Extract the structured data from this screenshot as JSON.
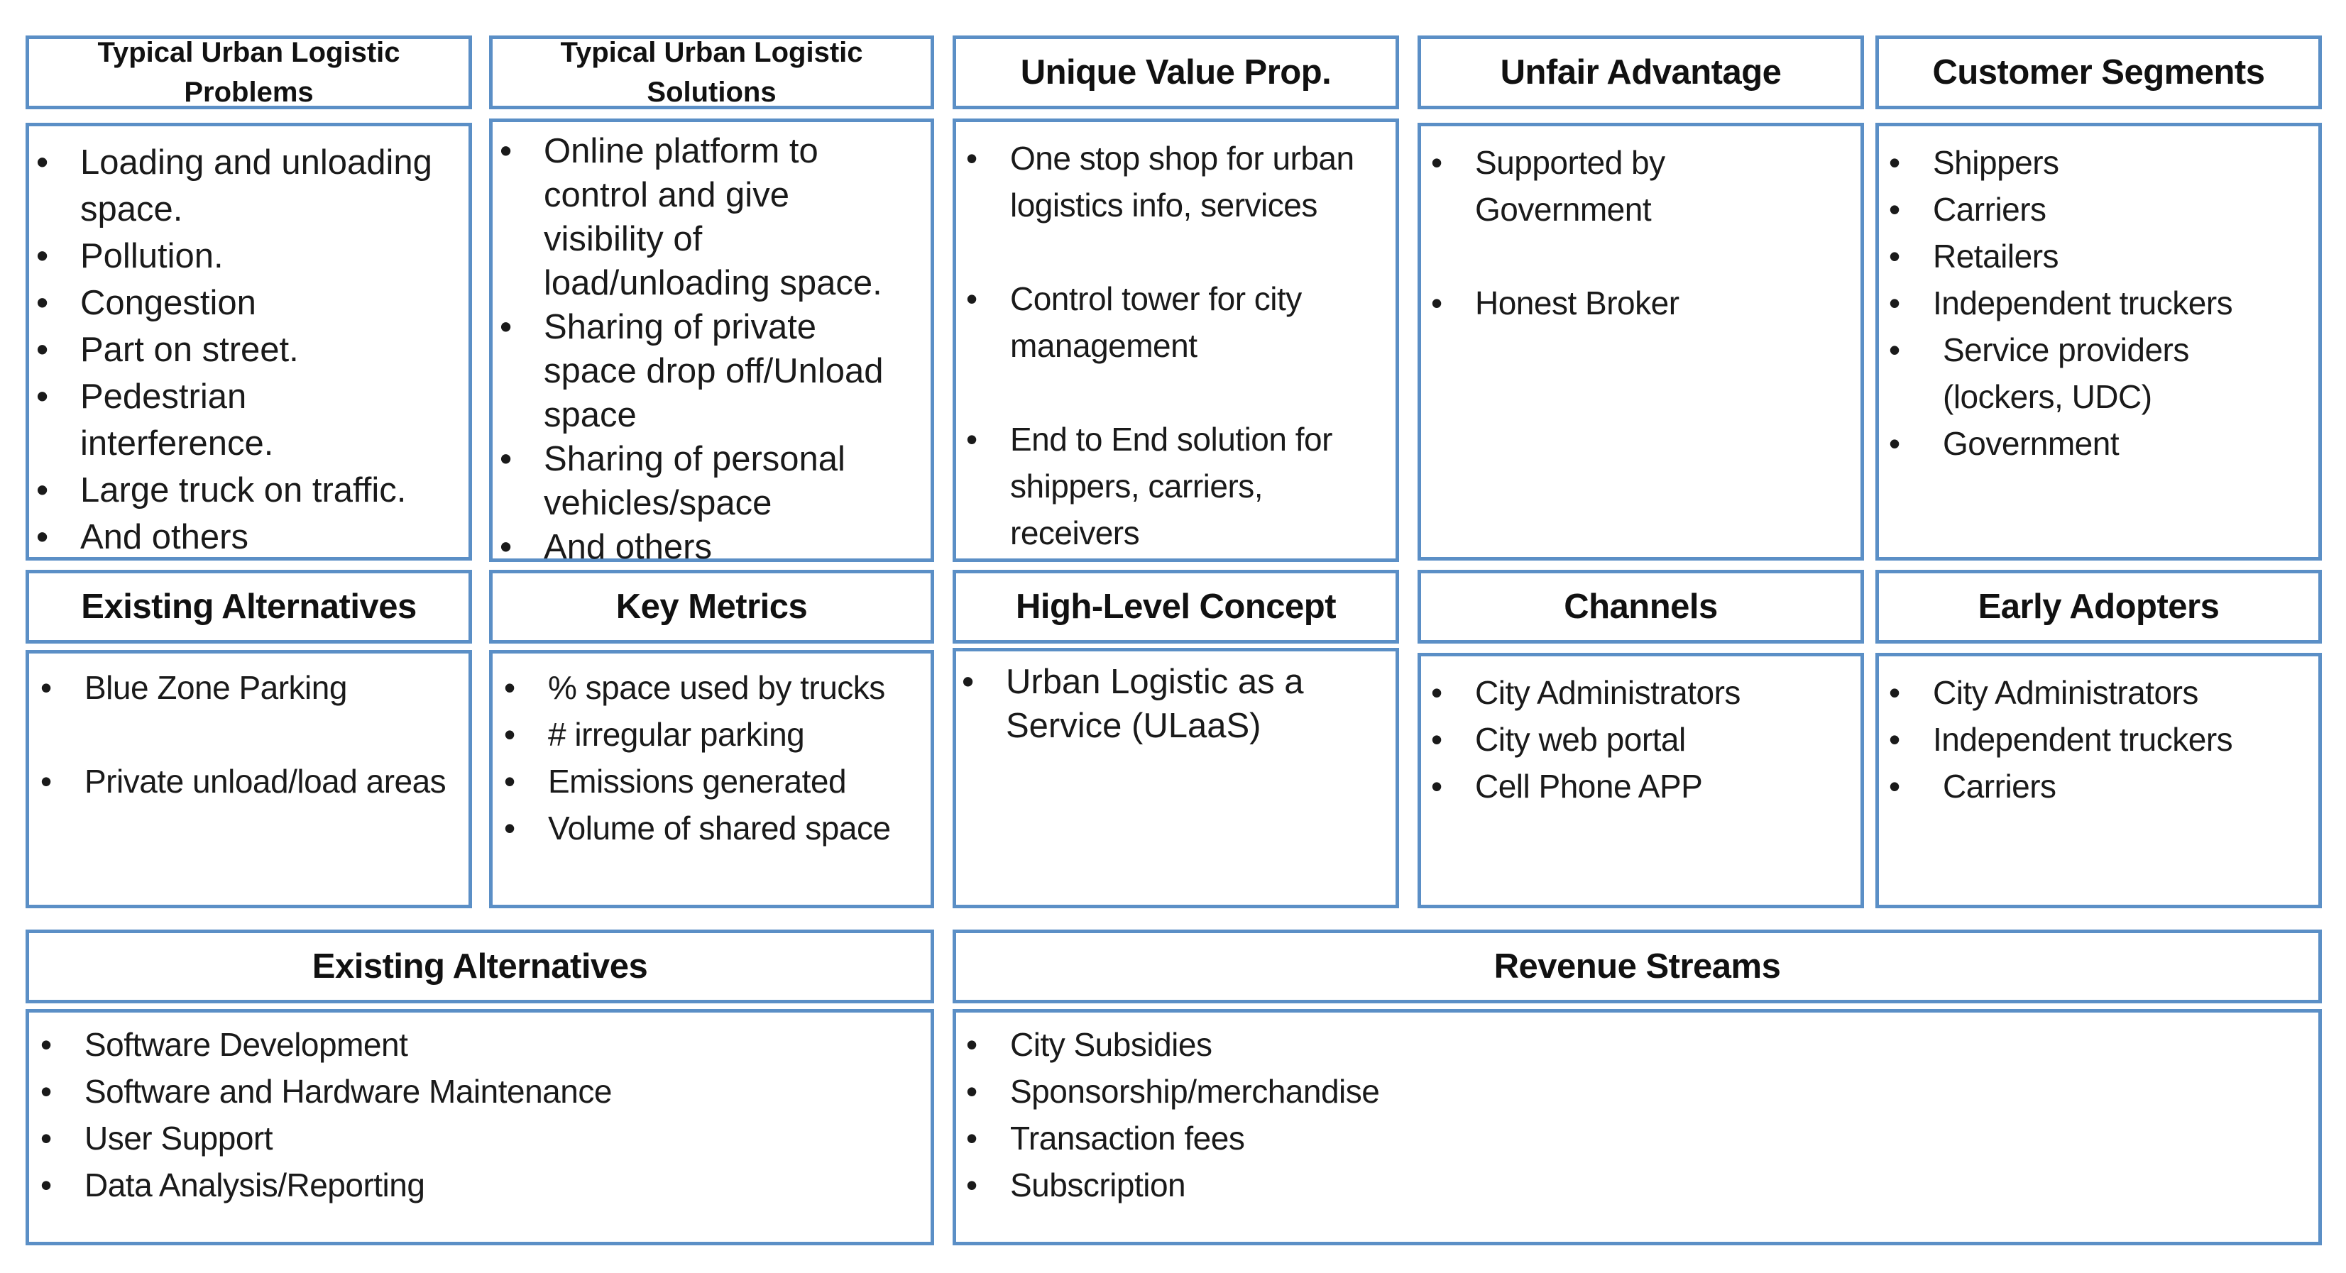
{
  "problems": {
    "header": "Typical Urban Logistic Problems",
    "items": [
      "Loading and unloading space.",
      "Pollution.",
      "Congestion",
      "Part on street.",
      "Pedestrian interference.",
      "Large truck on traffic.",
      "And others"
    ]
  },
  "solutions": {
    "header": "Typical Urban Logistic Solutions",
    "items": [
      "Online platform to control and give visibility of load/unloading space.",
      "Sharing of private space drop off/Unload space",
      "Sharing of personal vehicles/space",
      "And others"
    ]
  },
  "value_prop": {
    "header": "Unique Value Prop.",
    "items": [
      "One stop shop for urban logistics info, services",
      "Control tower for city management",
      "End to End solution for shippers, carriers, receivers"
    ]
  },
  "unfair_advantage": {
    "header": "Unfair Advantage",
    "items": [
      "Supported by Government",
      "Honest Broker"
    ]
  },
  "customer_segments": {
    "header": "Customer Segments",
    "items": [
      "Shippers",
      "Carriers",
      "Retailers",
      "Independent truckers",
      "Service providers (lockers, UDC)",
      "Government"
    ]
  },
  "existing_alternatives": {
    "header": "Existing Alternatives",
    "items": [
      "Blue Zone Parking",
      "Private unload/load areas"
    ]
  },
  "key_metrics": {
    "header": "Key Metrics",
    "items": [
      "% space used by trucks",
      "# irregular parking",
      "Emissions generated",
      "Volume of shared space"
    ]
  },
  "high_level_concept": {
    "header": "High-Level Concept",
    "items": [
      "Urban Logistic as a Service (ULaaS)"
    ]
  },
  "channels": {
    "header": "Channels",
    "items": [
      "City Administrators",
      "City web portal",
      "Cell Phone APP"
    ]
  },
  "early_adopters": {
    "header": "Early Adopters",
    "items": [
      "City Administrators",
      "Independent truckers",
      "Carriers"
    ]
  },
  "cost_structure": {
    "header": "Existing Alternatives",
    "items": [
      "Software Development",
      "Software and Hardware Maintenance",
      "User Support",
      "Data Analysis/Reporting"
    ]
  },
  "revenue_streams": {
    "header": "Revenue Streams",
    "items": [
      "City Subsidies",
      "Sponsorship/merchandise",
      "Transaction fees",
      "Subscription"
    ]
  },
  "colors": {
    "border": "#5b8fc6",
    "text": "#111111"
  }
}
